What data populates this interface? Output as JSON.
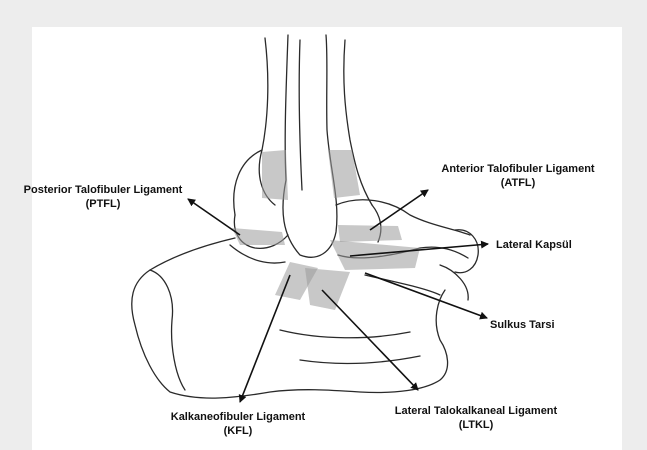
{
  "labels": {
    "ptfl": {
      "name": "Posterior Talofibuler Ligament",
      "abbr": "(PTFL)"
    },
    "atfl": {
      "name": "Anterior Talofibuler Ligament",
      "abbr": "(ATFL)"
    },
    "lateral_kapsul": {
      "name": "Lateral Kapsül"
    },
    "sulkus_tarsi": {
      "name": "Sulkus Tarsi"
    },
    "kfl": {
      "name": "Kalkaneofibuler Ligament",
      "abbr": "(KFL)"
    },
    "ltkl": {
      "name": "Lateral Talokalkaneal Ligament",
      "abbr": "(LTKL)"
    }
  },
  "colors": {
    "background": "#ededed",
    "panel": "#ffffff",
    "ink": "#111111",
    "shading": "#9a9a9a"
  }
}
